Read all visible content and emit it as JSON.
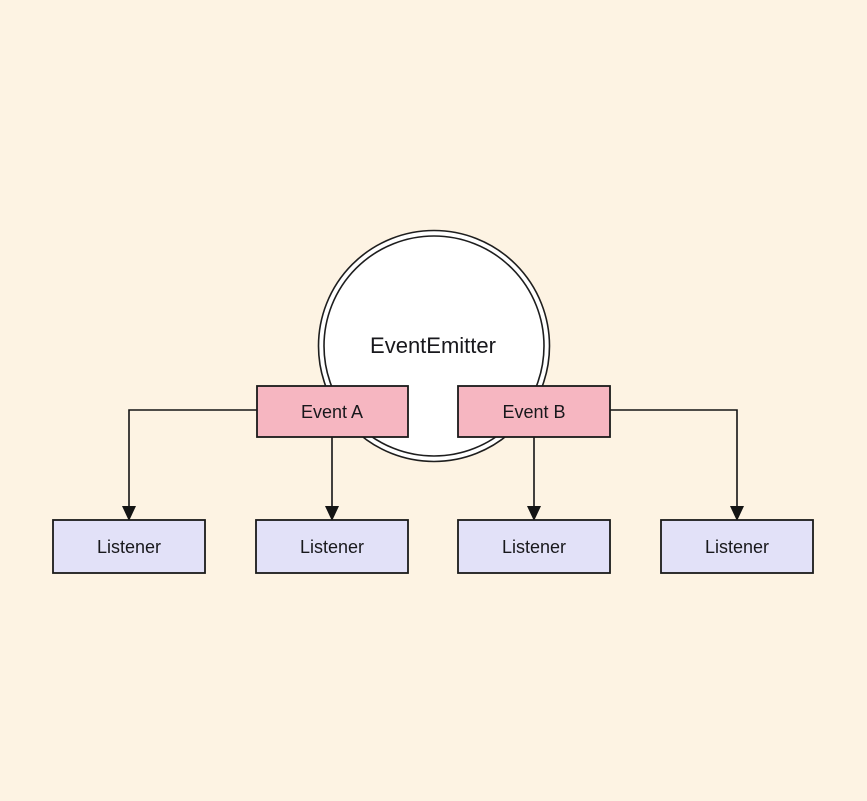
{
  "diagram": {
    "emitter": {
      "label": "EventEmitter"
    },
    "events": [
      {
        "id": "event-a",
        "label": "Event A"
      },
      {
        "id": "event-b",
        "label": "Event B"
      }
    ],
    "listeners": [
      {
        "id": "listener-1",
        "label": "Listener"
      },
      {
        "id": "listener-2",
        "label": "Listener"
      },
      {
        "id": "listener-3",
        "label": "Listener"
      },
      {
        "id": "listener-4",
        "label": "Listener"
      }
    ],
    "edges": [
      {
        "from": "event-a",
        "to": "listener-1",
        "style": "elbow-left-down",
        "arrow": "filled-triangle"
      },
      {
        "from": "event-a",
        "to": "listener-2",
        "style": "straight-down",
        "arrow": "filled-triangle"
      },
      {
        "from": "event-b",
        "to": "listener-3",
        "style": "straight-down",
        "arrow": "filled-triangle"
      },
      {
        "from": "event-b",
        "to": "listener-4",
        "style": "elbow-right-down",
        "arrow": "filled-triangle"
      }
    ]
  },
  "colors": {
    "background": "#fdf3e3",
    "emitter_fill": "#ffffff",
    "event_fill": "#f6b6c1",
    "listener_fill": "#e2e1f8",
    "line": "#141414",
    "text": "#18181c"
  }
}
